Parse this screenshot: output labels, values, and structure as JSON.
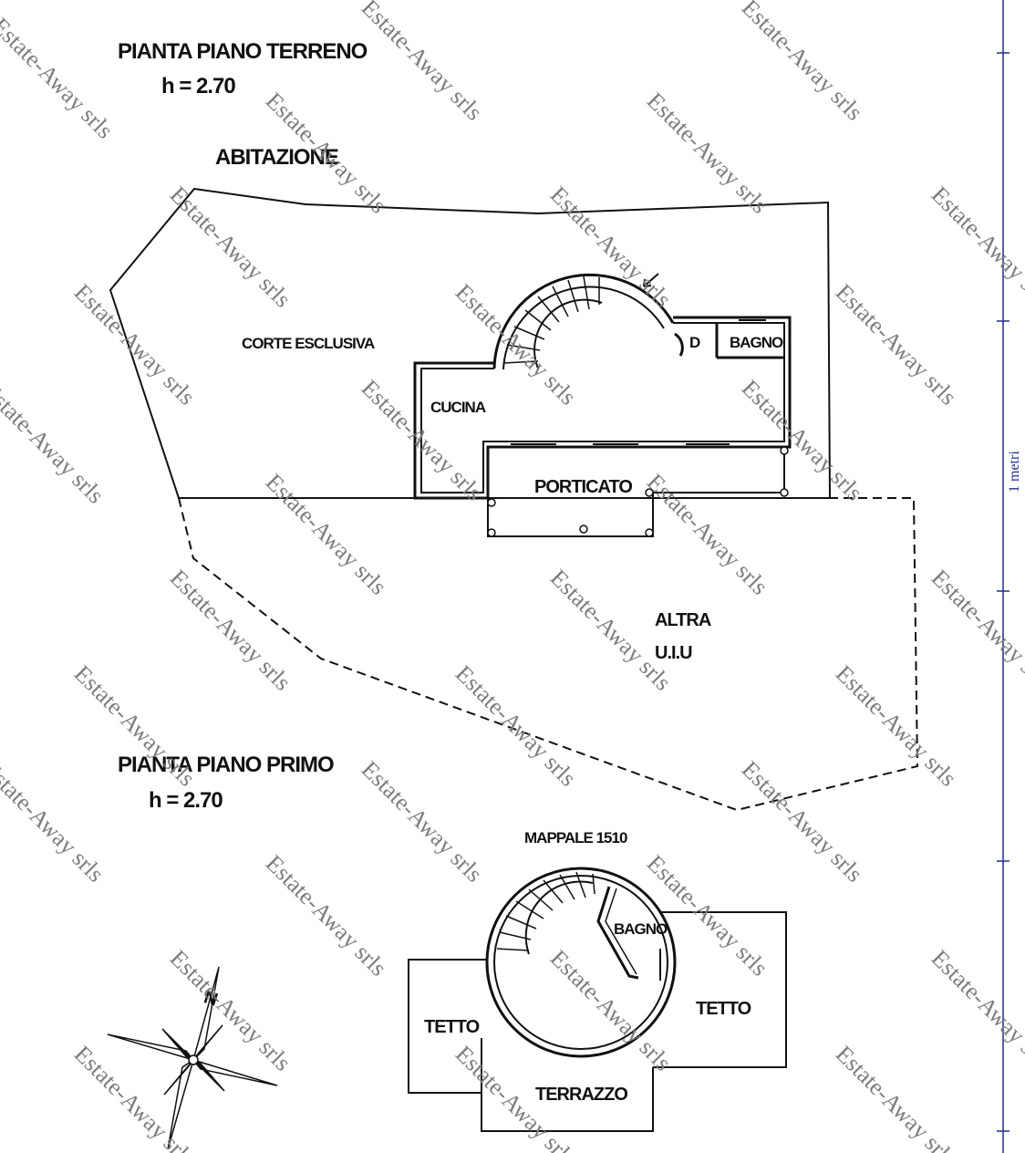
{
  "labels": {
    "ground_title": "PIANTA PIANO TERRENO",
    "ground_height": "h = 2.70",
    "abitazione": "ABITAZIONE",
    "corte": "CORTE ESCLUSIVA",
    "cucina": "CUCINA",
    "d": "D",
    "bagno": "BAGNO",
    "porticato": "PORTICATO",
    "altra": "ALTRA",
    "uiu": "U.I.U",
    "first_title": "PIANTA PIANO PRIMO",
    "first_height": "h = 2.70",
    "mappale": "MAPPALE 1510",
    "bagno_first": "BAGNO",
    "tetto_left": "TETTO",
    "tetto_right": "TETTO",
    "terrazzo": "TERRAZZO",
    "compass_n": "N"
  },
  "watermark": "Estate-Away srls",
  "scale_label": "1 metri",
  "colors": {
    "lines": "#111111",
    "watermark": "#7d7d7d",
    "scale_bar": "#1e2f8a"
  },
  "icons": {
    "compass": "compass-rose-icon"
  }
}
